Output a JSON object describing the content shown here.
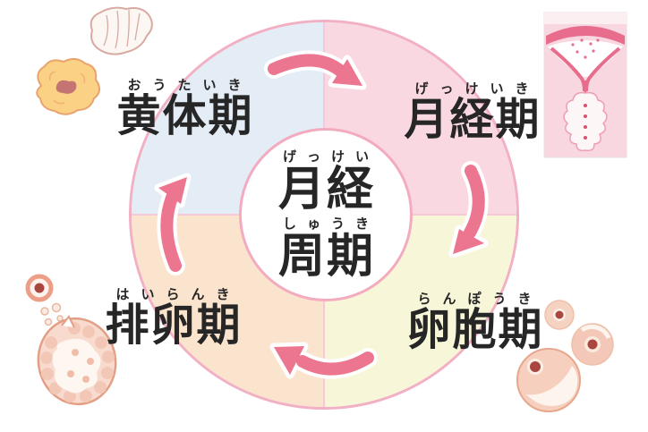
{
  "diagram": {
    "title": "月経周期",
    "center": {
      "furigana1": "げっけい",
      "kanji1": "月経",
      "furigana2": "しゅうき",
      "kanji2": "周期"
    },
    "phases": [
      {
        "name": "luteal-phase",
        "kanji": "黄体期",
        "furigana": "おうたいき",
        "quadrant": "top-left",
        "color": "#e4ecf5"
      },
      {
        "name": "menstrual-phase",
        "kanji": "月経期",
        "furigana": "げっけいき",
        "quadrant": "top-right",
        "color": "#f9d8e2"
      },
      {
        "name": "follicular-phase",
        "kanji": "卵胞期",
        "furigana": "らんぽうき",
        "quadrant": "bottom-right",
        "color": "#f8f6d8"
      },
      {
        "name": "ovulation-phase",
        "kanji": "排卵期",
        "furigana": "はいらんき",
        "quadrant": "bottom-left",
        "color": "#fae4cd"
      }
    ],
    "flow_clockwise": [
      "luteal-phase",
      "menstrual-phase",
      "follicular-phase",
      "ovulation-phase"
    ],
    "illustrations": [
      "corpus-luteum-white-icon",
      "corpus-luteum-yellow-icon",
      "uterus-cross-section-icon",
      "ovum-icon",
      "bubbles-icon",
      "ruptured-follicle-icon",
      "follicle-small-icon",
      "follicle-medium-icon",
      "follicle-large-icon"
    ],
    "colors": {
      "arrow": "#ec7590",
      "ring_outer": "#f2b0c4",
      "ring_inner": "#f3abc0",
      "divider": "#f6c9d8",
      "text": "#262626",
      "background": "#ffffff"
    }
  }
}
